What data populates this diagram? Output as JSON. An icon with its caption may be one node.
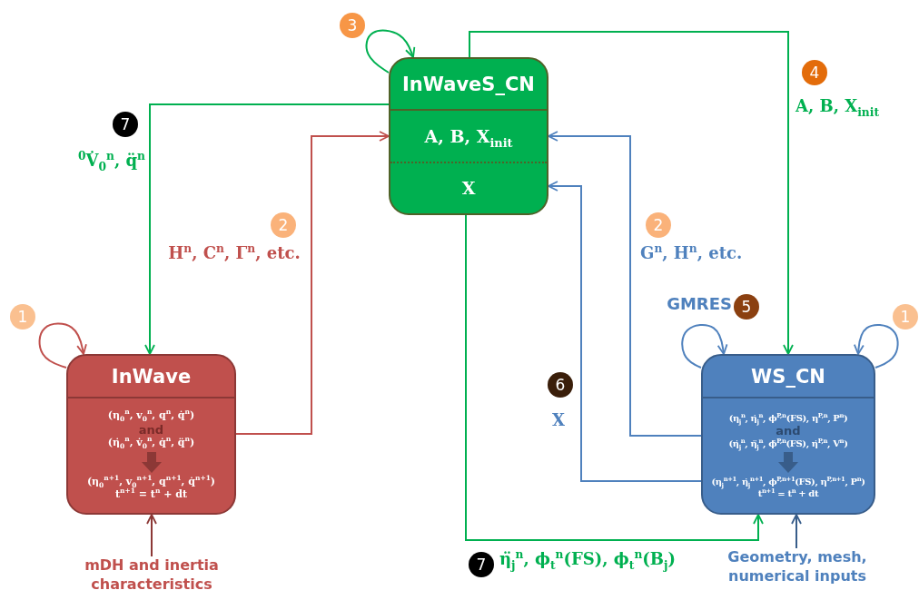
{
  "diagram": {
    "nodes": [
      {
        "text": [
          "InWaveS_CN",
          "A, B, X$_{init}$",
          "X"
        ]
      },
      {
        "text": [
          "InWave",
          "(η$_{0}$$^{n}$, v$_{0}$$^{n}$, q$^{n}$, q̇$^{n}$)",
          "and",
          "(η̇$_{0}$$^{n}$, v̇$_{0}$$^{n}$, q̇$^{n}$, q̈$^{n}$)",
          "(η$_{0}$$^{n+1}$, v$_{0}$$^{n+1}$, q$^{n+1}$, q̇$^{n+1}$)",
          "t$^{n+1}$ = t$^{n}$ + dt"
        ]
      },
      {
        "text": [
          "WS_CN",
          "(η$_{j}$$^{n}$, η̇$_{j}$$^{n}$, ϕ$^{P,n}$(FS), η$^{P,n}$, P$^{n}$)",
          "and",
          "(η̇$_{j}$$^{n}$, η̈$_{j}$$^{n}$, ϕ̇$^{P,n}$(FS), η̇$^{P,n}$, V$^{n}$)",
          "(η$_{j}$$^{n+1}$, η̇$_{j}$$^{n+1}$, ϕ$^{P,n+1}$(FS), η$^{P,n+1}$, P$^{n}$)",
          "t$^{n+1}$ = t$^{n}$ + dt"
        ]
      },
      {
        "text": [
          "mDH and inertia characteristics"
        ]
      },
      {
        "text": [
          "Geometry, mesh, numerical inputs"
        ]
      }
    ],
    "edges": [
      {
        "from": 0,
        "to": 0,
        "arrow": "to",
        "color": "#00b050"
      },
      {
        "from": 0,
        "to": 1,
        "arrow": "to",
        "label": "$^{0}$V̇$_{0}$$^{n}$, q̈$^{n}$",
        "color": "#00b050"
      },
      {
        "from": 1,
        "to": 0,
        "arrow": "to",
        "label": "H$^{n}$, C$^{n}$, Γ$^{n}$, etc.",
        "color": "#c0504d"
      },
      {
        "from": 1,
        "to": 1,
        "arrow": "to",
        "color": "#c0504d"
      },
      {
        "from": 0,
        "to": 2,
        "arrow": "to",
        "label": "A, B, X$_{init}$",
        "color": "#00b050"
      },
      {
        "from": 2,
        "to": 0,
        "arrow": "to",
        "label": "G$^{n}$, H$^{n}$, etc.",
        "color": "#4f81bd"
      },
      {
        "from": 2,
        "to": 0,
        "arrow": "to",
        "label": "X",
        "color": "#4f81bd"
      },
      {
        "from": 2,
        "to": 2,
        "arrow": "to",
        "label": "GMRES",
        "color": "#4f81bd"
      },
      {
        "from": 2,
        "to": 2,
        "arrow": "to",
        "color": "#4f81bd"
      },
      {
        "from": 0,
        "to": 2,
        "arrow": "to",
        "label": "η̈$_{j}$$^{n}$, ϕ$_{t}$$^{n}$(FS), ϕ$_{t}$$^{n}$(B$_{j}$)",
        "color": "#00b050"
      },
      {
        "from": 3,
        "to": 1,
        "arrow": "to",
        "color": "#8c3836"
      },
      {
        "from": 4,
        "to": 2,
        "arrow": "to",
        "color": "#385d8a"
      }
    ],
    "labels": [
      "3",
      "7",
      "4",
      "2",
      "2",
      "1",
      "1",
      "5",
      "6",
      "7"
    ]
  }
}
